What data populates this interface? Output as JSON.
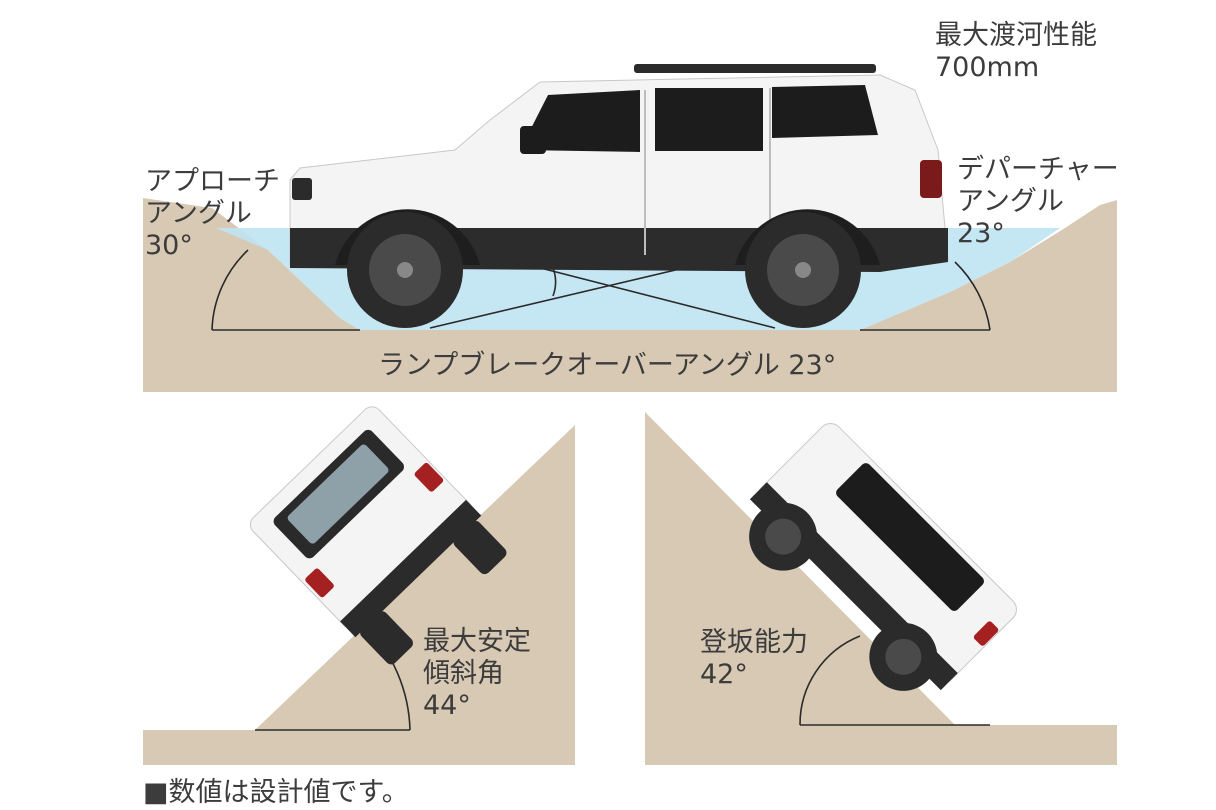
{
  "colors": {
    "ground": "#d8c9b4",
    "water": "#bfe3f2",
    "car_body": "#f4f4f4",
    "glass": "#1c1c1c",
    "tire": "#2b2b2b",
    "line": "#2a2a2a",
    "text": "#3c3c3c"
  },
  "top_panel": {
    "wading": {
      "title": "最大渡河性能",
      "value": "700mm"
    },
    "approach": {
      "line1": "アプローチ",
      "line2": "アングル",
      "value": "30°"
    },
    "departure": {
      "line1": "デパーチャー",
      "line2": "アングル",
      "value": "23°"
    },
    "ramp_breakover": "ランプブレークオーバーアングル 23°"
  },
  "bottom_left_panel": {
    "line1": "最大安定",
    "line2": "傾斜角",
    "value": "44°"
  },
  "bottom_right_panel": {
    "line1": "登坂能力",
    "value": "42°"
  },
  "footnote": "■数値は設計値です。"
}
